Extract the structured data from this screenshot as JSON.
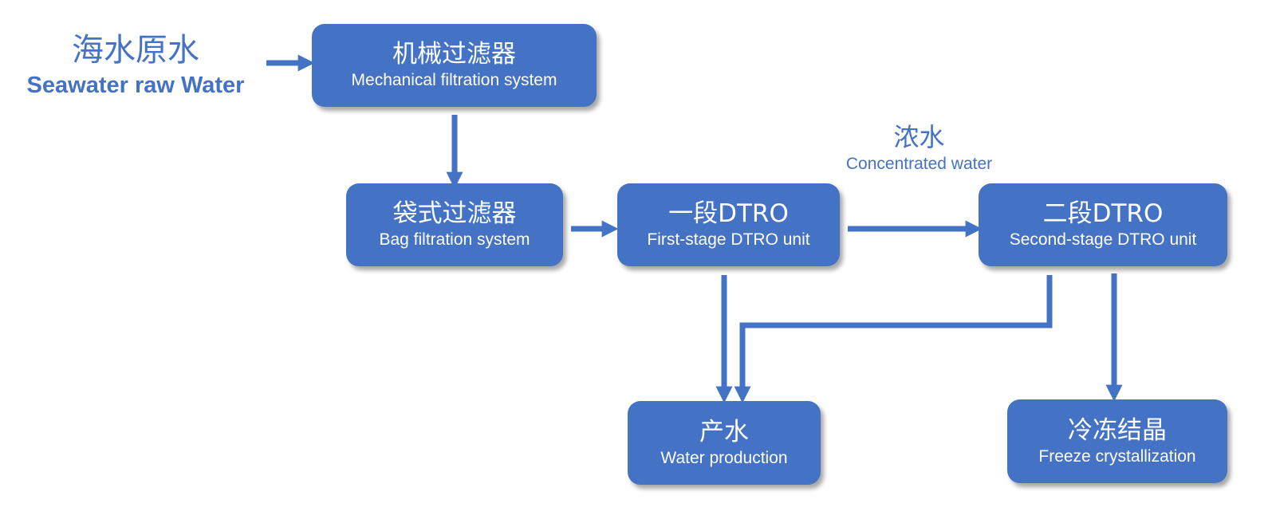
{
  "source": {
    "cn": "海水原水",
    "en": "Seawater raw Water"
  },
  "nodes": {
    "mechanical": {
      "cn": "机械过滤器",
      "en": "Mechanical filtration system"
    },
    "bag": {
      "cn": "袋式过滤器",
      "en": "Bag filtration system"
    },
    "dtro1": {
      "cn": "一段DTRO",
      "en": "First-stage DTRO unit"
    },
    "dtro2": {
      "cn": "二段DTRO",
      "en": "Second-stage DTRO unit"
    },
    "product": {
      "cn": "产水",
      "en": "Water production"
    },
    "freeze": {
      "cn": "冷冻结晶",
      "en": "Freeze crystallization"
    }
  },
  "edge_labels": {
    "concentrated": {
      "cn": "浓水",
      "en": "Concentrated water"
    }
  },
  "colors": {
    "accent": "#4472c4",
    "text_on_accent": "#ffffff"
  }
}
